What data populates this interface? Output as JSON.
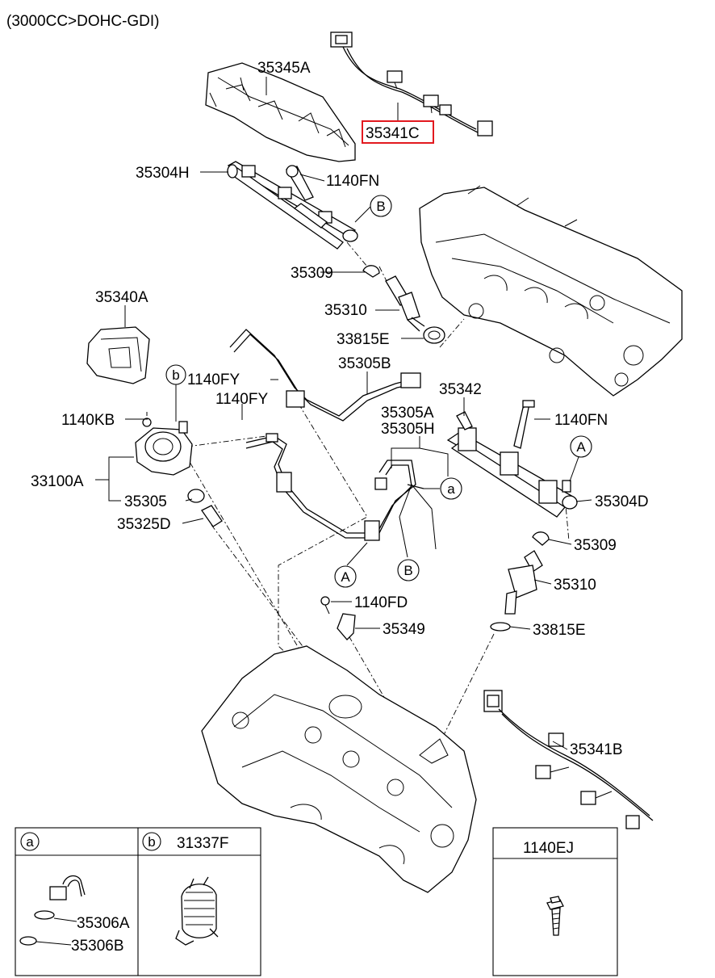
{
  "header": {
    "engine_spec": "(3000CC>DOHC-GDI)"
  },
  "parts": {
    "p35345A": "35345A",
    "p35341C": "35341C",
    "p35304H": "35304H",
    "p1140FN_top": "1140FN",
    "p35309_left": "35309",
    "p35340A": "35340A",
    "p35310_left": "35310",
    "p33815E_left": "33815E",
    "p35305B": "35305B",
    "p1140FY_a": "1140FY",
    "p1140FY_b": "1140FY",
    "p35342": "35342",
    "p35305A": "35305A",
    "p35305H": "35305H",
    "p1140KB": "1140KB",
    "p1140FN_right": "1140FN",
    "p33100A": "33100A",
    "p35305": "35305",
    "p35325D": "35325D",
    "p35304D": "35304D",
    "p35309_right": "35309",
    "p35310_right": "35310",
    "p1140FD": "1140FD",
    "p35349": "35349",
    "p33815E_right": "33815E",
    "p35341B": "35341B"
  },
  "callouts": {
    "B_top": "B",
    "b_pump": "b",
    "a_line": "a",
    "A_line": "A",
    "B_line": "B",
    "A_right": "A"
  },
  "legend": {
    "box_a": {
      "letter": "a",
      "items": [
        "35306A",
        "35306B"
      ]
    },
    "box_b": {
      "letter": "b",
      "part": "31337F"
    },
    "box_c": {
      "part": "1140EJ"
    }
  },
  "colors": {
    "highlight": "#e2191f",
    "line": "#000000",
    "background": "#ffffff"
  }
}
